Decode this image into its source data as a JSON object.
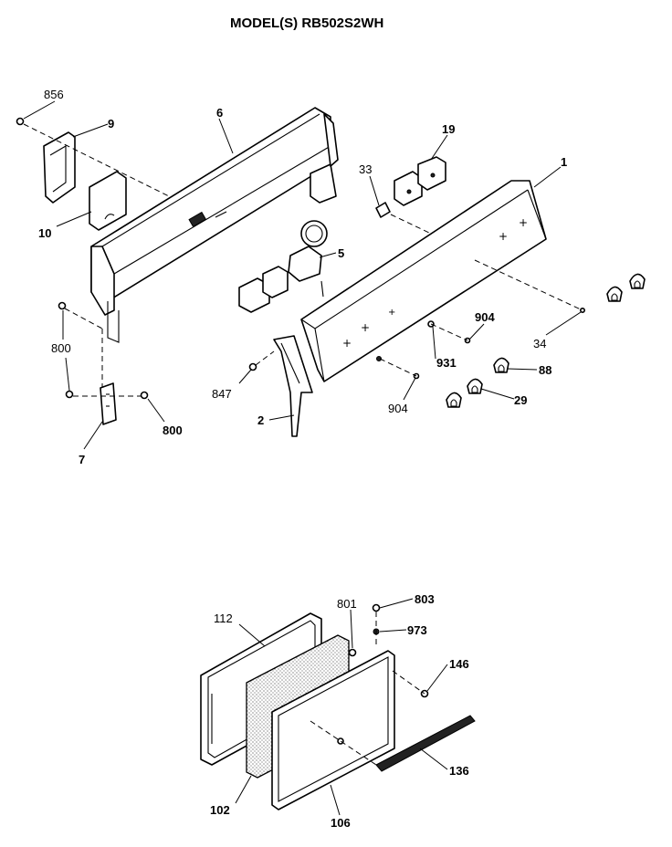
{
  "title": "MODEL(S) RB502S2WH",
  "labels": {
    "p856": "856",
    "p9": "9",
    "p6": "6",
    "p10": "10",
    "p19": "19",
    "p33": "33",
    "p1": "1",
    "p5": "5",
    "p800a": "800",
    "p800b": "800",
    "p7": "7",
    "p847": "847",
    "p2": "2",
    "p904a": "904",
    "p904b": "904",
    "p931": "931",
    "p34": "34",
    "p88": "88",
    "p29": "29",
    "p112": "112",
    "p801": "801",
    "p803": "803",
    "p973": "973",
    "p146": "146",
    "p136": "136",
    "p102": "102",
    "p106": "106"
  }
}
